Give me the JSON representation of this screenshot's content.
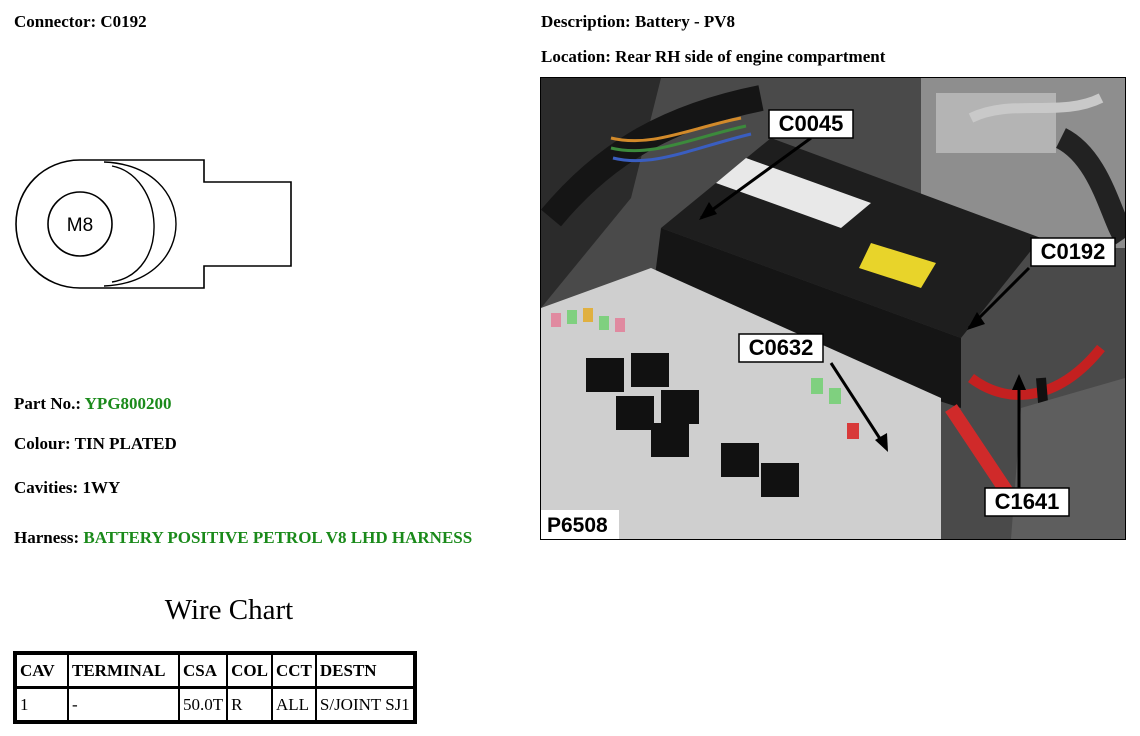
{
  "connector": {
    "label": "Connector:",
    "value": "C0192"
  },
  "description": {
    "label": "Description:",
    "value": "Battery - PV8"
  },
  "location": {
    "label": "Location:",
    "value": "Rear RH side of engine compartment"
  },
  "terminal_label": "M8",
  "part_no": {
    "label": "Part No.:",
    "value": "YPG800200"
  },
  "colour": {
    "label": "Colour:",
    "value": "TIN PLATED"
  },
  "cavities": {
    "label": "Cavities:",
    "value": "1WY"
  },
  "harness": {
    "label": "Harness:",
    "value": "BATTERY POSITIVE PETROL V8 LHD HARNESS"
  },
  "wire_chart": {
    "title": "Wire Chart",
    "headers": [
      "CAV",
      "TERMINAL",
      "CSA",
      "COL",
      "CCT",
      "DESTN"
    ],
    "rows": [
      [
        "1",
        "-",
        "50.0T",
        "R",
        "ALL",
        "S/JOINT SJ1"
      ]
    ]
  },
  "photo": {
    "figure_id": "P6508",
    "callouts": [
      "C0045",
      "C0192",
      "C0632",
      "C1641"
    ]
  },
  "colors": {
    "link_green": "#1a8a1a"
  }
}
